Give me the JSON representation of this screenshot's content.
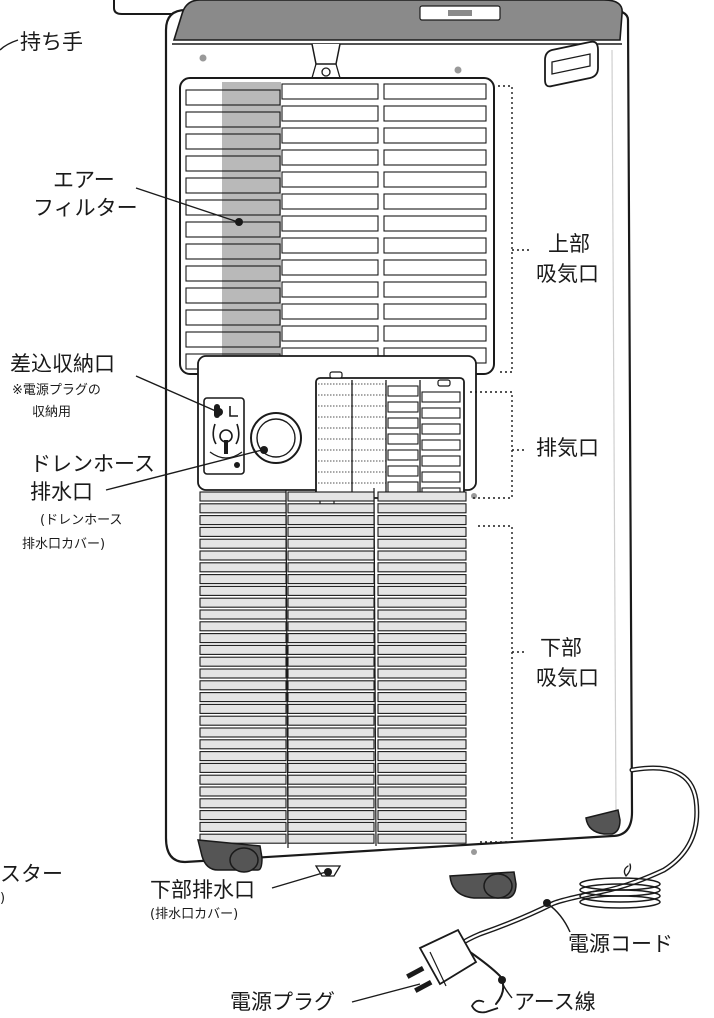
{
  "labels": {
    "handle": "持ち手",
    "air_filter": [
      "エアー",
      "フィルター"
    ],
    "upper_intake": [
      "上部",
      "吸気口"
    ],
    "storage_slot": "差込収納口",
    "storage_note": [
      "※電源プラグの",
      "収納用"
    ],
    "drain_hose": [
      "ドレンホース",
      "排水口"
    ],
    "drain_hose_cover": [
      "(ドレンホース",
      "排水口カバー)"
    ],
    "exhaust": "排気口",
    "lower_intake": [
      "下部",
      "吸気口"
    ],
    "caster": [
      "スター",
      ")"
    ],
    "bottom_drain": "下部排水口",
    "bottom_drain_cover": "(排水口カバー)",
    "power_cord": "電源コード",
    "power_plug": "電源プラグ",
    "ground_wire": "アース線"
  },
  "colors": {
    "outline": "#1a1a1a",
    "body": "#ffffff",
    "filter_shade": "#b9b9b9",
    "grille_fill": "#e4e4e4",
    "top_panel": "#8a8a8a",
    "caster": "#555555"
  },
  "icons": {
    "drain_port": "drain-port-icon",
    "outlet": "outlet-icon",
    "ground_terminal": "ground-terminal-icon"
  }
}
